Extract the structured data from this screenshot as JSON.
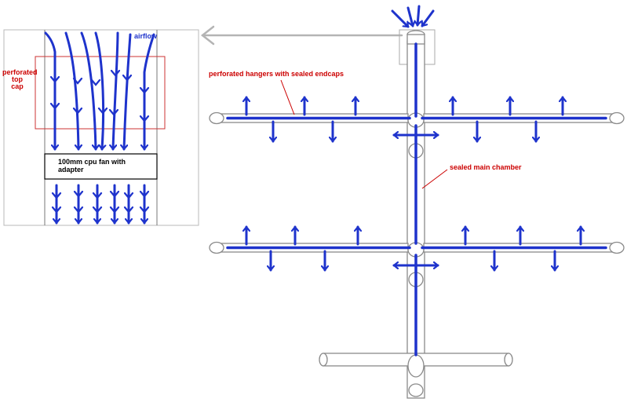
{
  "labels": {
    "airflow": "airflow",
    "top_cap_line1": "perforated",
    "top_cap_line2": "top",
    "top_cap_line3": "cap",
    "fan_line1": "100mm cpu fan with",
    "fan_line2": "adapter",
    "hangers": "perforated hangers with sealed endcaps",
    "main_chamber": "sealed main chamber"
  },
  "colors": {
    "airflow_blue": "#1e33cc",
    "callout_red": "#cc0000",
    "pipe_gray": "#9a9a9a",
    "pointer_gray": "#b4b4b4"
  }
}
